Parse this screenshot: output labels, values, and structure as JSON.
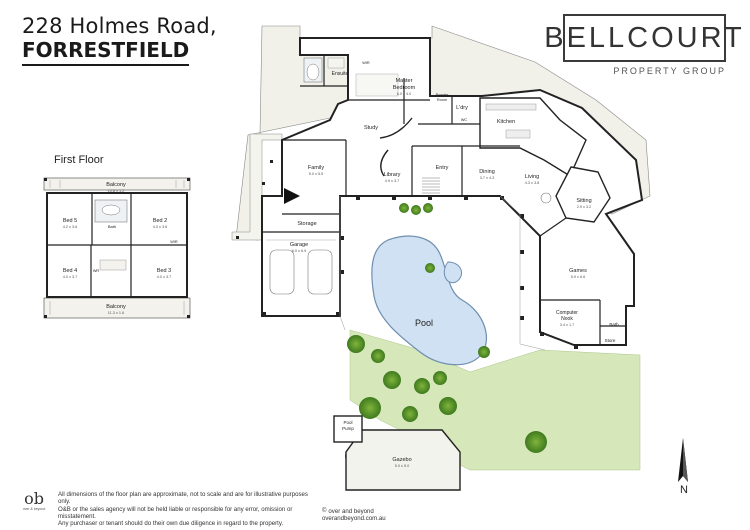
{
  "header": {
    "address_line1": "228 Holmes Road,",
    "address_line2": "FORRESTFIELD"
  },
  "brand": {
    "name": "BELLCOURT",
    "tagline": "PROPERTY GROUP"
  },
  "first_floor": {
    "title": "First Floor",
    "rooms": {
      "balcony_top": "Balcony",
      "balcony_top_dim": "10.8 x 1.2",
      "bed5": "Bed 5",
      "bed5_dim": "4.2 x 3.6",
      "bath": "Bath",
      "bed2": "Bed 2",
      "bed2_dim": "4.0 x 3.6",
      "wir": "WIR",
      "bed4": "Bed 4",
      "bed4_dim": "4.0 x 3.7",
      "wr": "WR",
      "bed3": "Bed 3",
      "bed3_dim": "4.0 x 3.7",
      "balcony_bottom": "Balcony",
      "balcony_bottom_dim": "11.3 x 1.6"
    }
  },
  "ground_floor": {
    "rooms": {
      "ensuite": "Ensuite",
      "wir": "WIR",
      "master": "Master",
      "bedroom": "Bedroom",
      "master_dim": "6.0 x 4.0",
      "powder": "Powder",
      "room": "Room",
      "ldry": "L'dry",
      "wc": "WC",
      "kitchen": "Kitchen",
      "study": "Study",
      "family": "Family",
      "family_dim": "5.0 x 5.5",
      "library": "Library",
      "library_dim": "4.9 x 3.7",
      "entry": "Entry",
      "dining": "Dining",
      "dining_dim": "3.7 x 4.3",
      "living": "Living",
      "living_dim": "4.3 x 3.8",
      "sitting": "Sitting",
      "sitting_dim": "2.9 x 3.2",
      "storage": "Storage",
      "garage": "Garage",
      "garage_dim": "6.0 x 6.9",
      "games": "Games",
      "games_dim": "5.9 x 6.6",
      "computer": "Computer",
      "nook": "Nook",
      "computer_dim": "3.4 x 1.7",
      "bath": "Bath",
      "store": "Store",
      "pool": "Pool",
      "pool_pump_1": "Pool",
      "pool_pump_2": "Pump",
      "gazebo": "Gazebo",
      "gazebo_dim": "5.0 x 5.0"
    }
  },
  "footer": {
    "logo_mark": "ob",
    "logo_small": "over & beyond",
    "disclaimer_1": "All dimensions of the floor plan are approximate, not to scale and are for illustrative purposes only.",
    "disclaimer_2": "O&B or the sales agency will not be held liable or responsible for any error, omission or misstatement.",
    "disclaimer_3": "Any purchaser or tenant should do their own due diligence in regard to the property.",
    "credit_1": "over and beyond",
    "credit_2": "overandbeyond.com.au",
    "north": "N"
  }
}
